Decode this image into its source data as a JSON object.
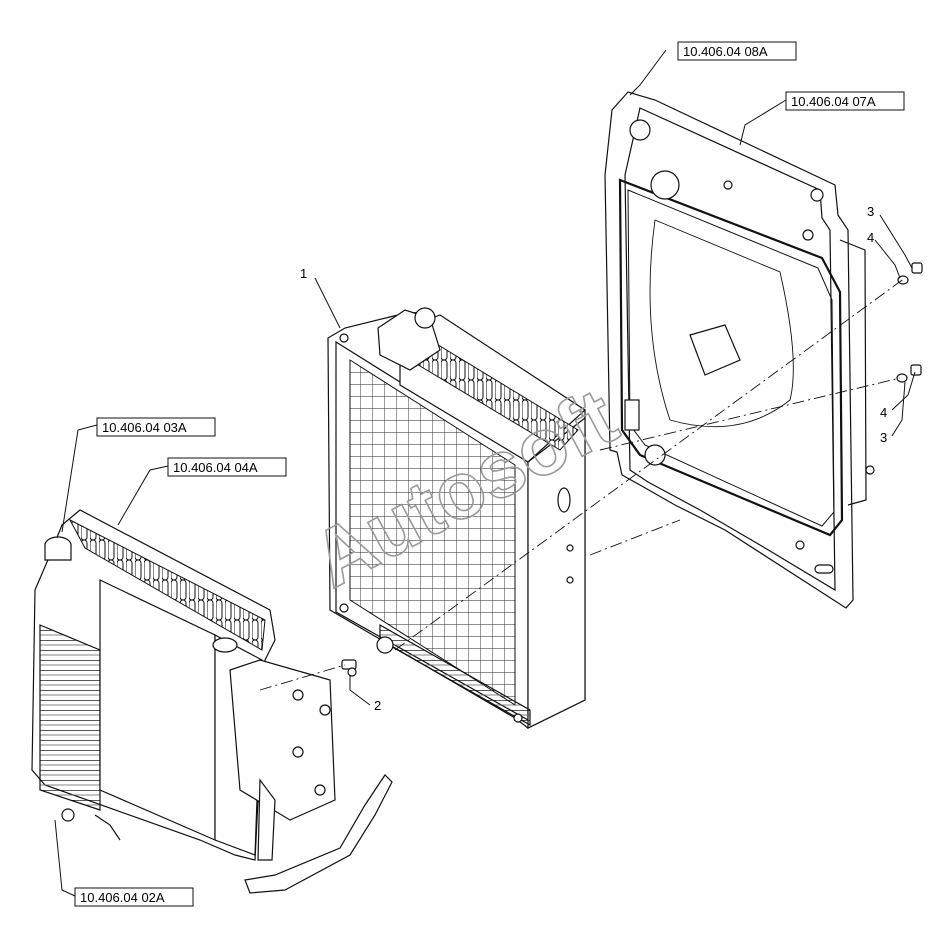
{
  "watermark": "Autosoft",
  "reference_labels": {
    "fan_shroud": "10.406.04 08A",
    "shroud_frame": "10.406.04 07A",
    "oil_cooler_top": "10.406.04 03A",
    "oil_cooler_core": "10.406.04 04A",
    "oil_cooler_bottom": "10.406.04 02A"
  },
  "callouts": {
    "radiator": "1",
    "drain_valve": "2",
    "bolt_upper": "3",
    "washer_upper": "4",
    "washer_lower": "4",
    "bolt_lower": "3"
  }
}
